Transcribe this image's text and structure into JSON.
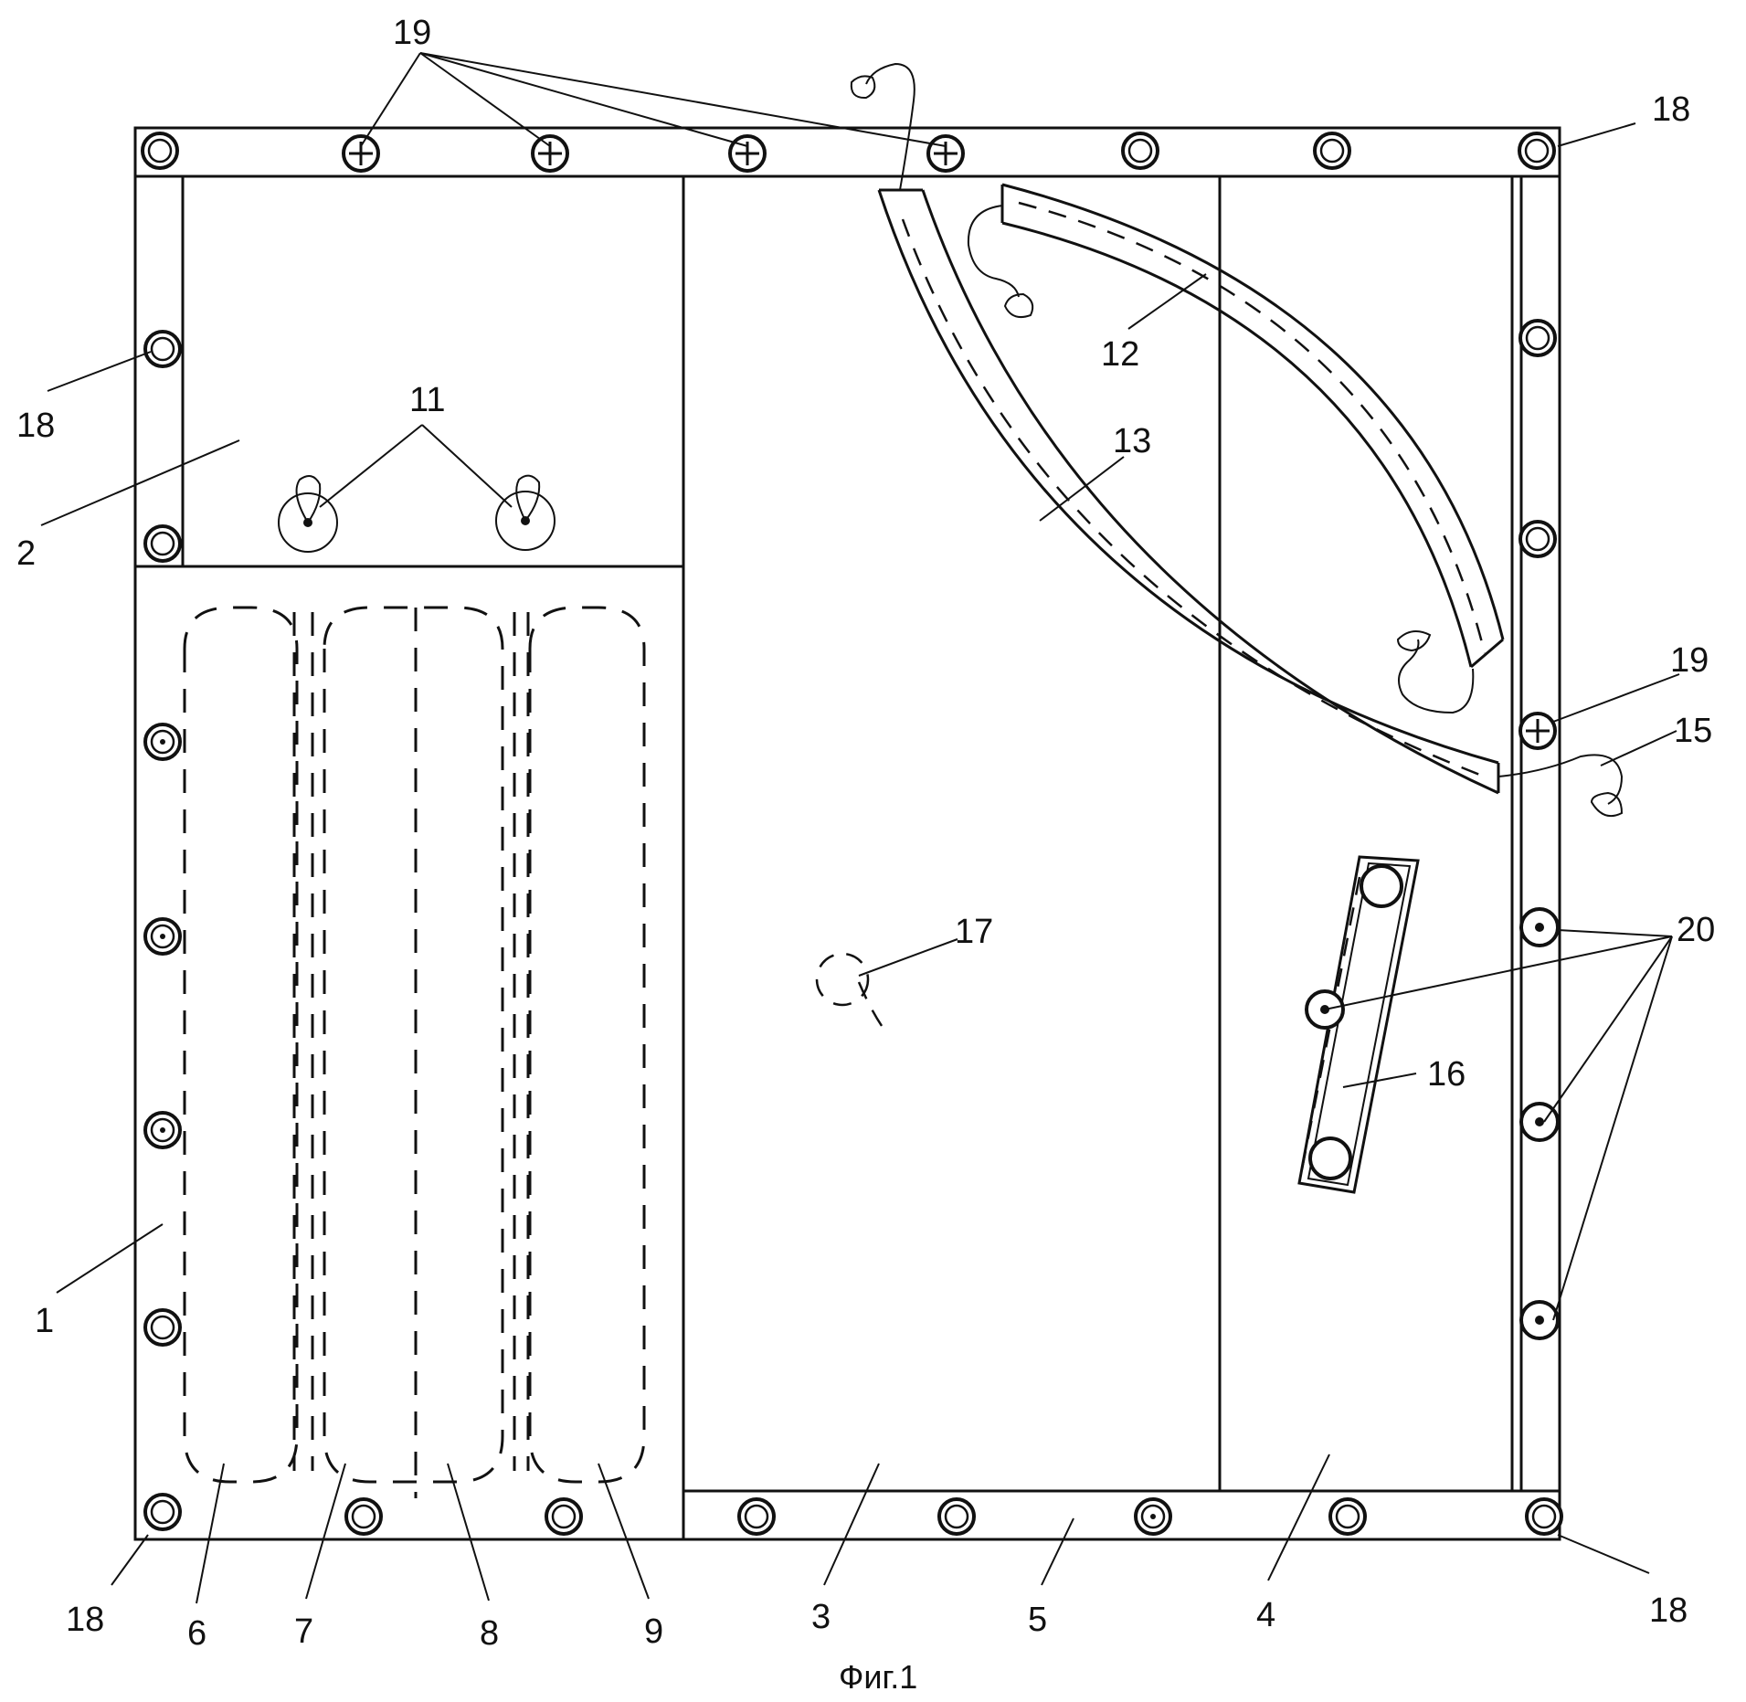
{
  "labels": {
    "l1": "1",
    "l2": "2",
    "l3": "3",
    "l4": "4",
    "l5": "5",
    "l6": "6",
    "l7": "7",
    "l8": "8",
    "l9": "9",
    "l11": "11",
    "l12": "12",
    "l13": "13",
    "l15": "15",
    "l16": "16",
    "l17": "17",
    "l18": "18",
    "l19": "19",
    "l20": "20"
  },
  "caption": "Фиг.1"
}
